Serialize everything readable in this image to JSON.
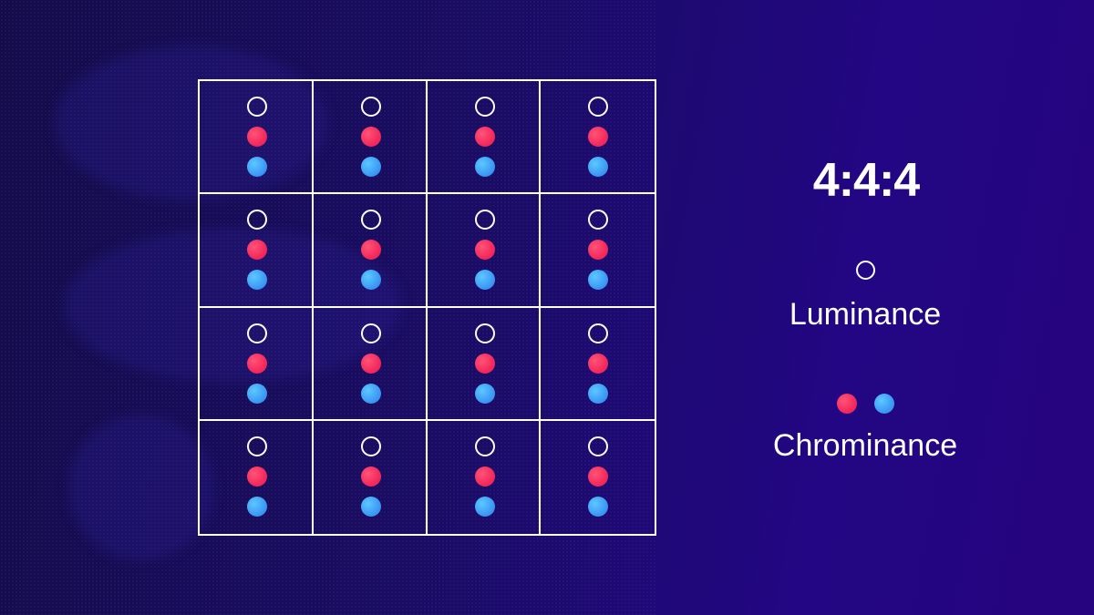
{
  "diagram": {
    "rows": 4,
    "columns": 4,
    "samples_per_cell": [
      "luminance",
      "red-chrominance",
      "blue-chrominance"
    ]
  },
  "title": "4:4:4",
  "legend": {
    "luminance_label": "Luminance",
    "chrominance_label": "Chrominance"
  },
  "colors": {
    "luminance": "#ffffff",
    "chroma_red": "#f52a5c",
    "chroma_blue": "#3d9bf5",
    "grid_line": "#ffffff"
  }
}
